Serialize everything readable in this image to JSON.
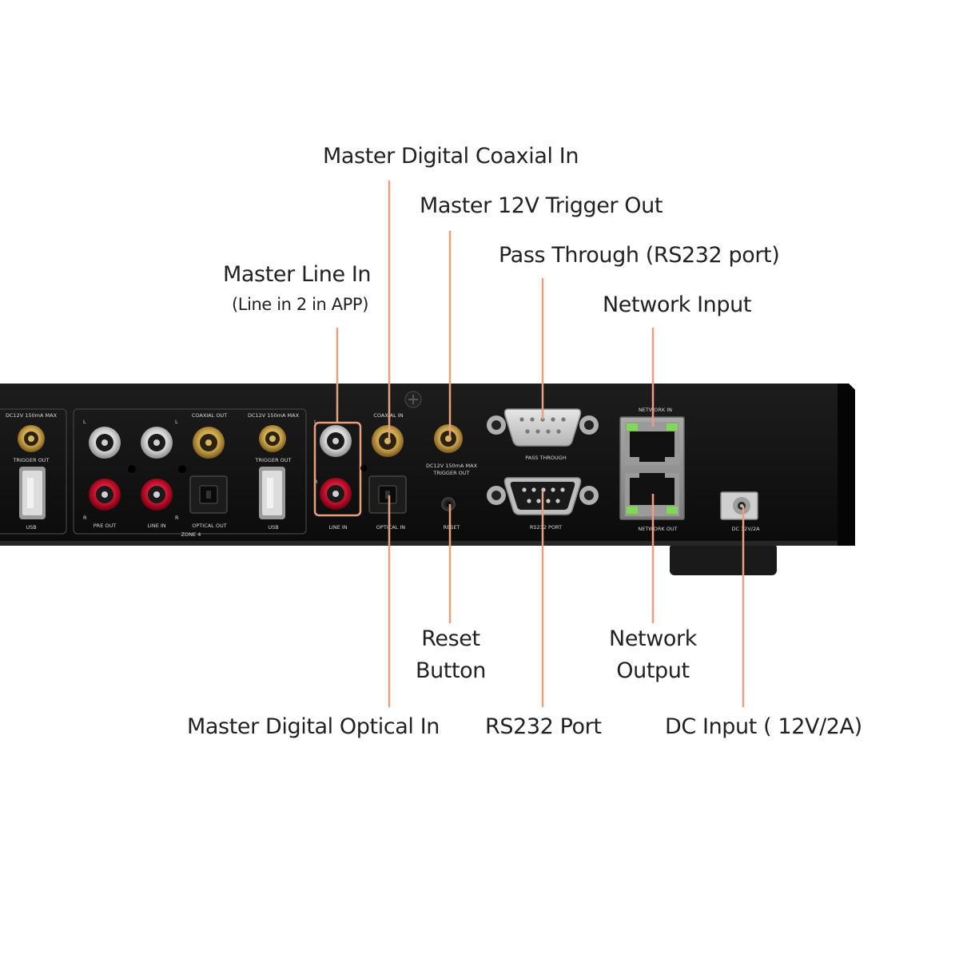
{
  "colors": {
    "leader": "#e8a080",
    "chassis": "#111111",
    "panel_line": "#3a3a3a",
    "panel_text": "#d8d8d8",
    "gold": "#c9a24a",
    "red": "#c8102e",
    "silver": "#d9d9d9",
    "network_green": "#7ed957",
    "highlight_box": "#e8a080"
  },
  "callouts": {
    "master_digital_coaxial_in": "Master Digital Coaxial In",
    "master_12v_trigger_out": "Master 12V Trigger Out",
    "pass_through": "Pass Through (RS232 port)",
    "master_line_in": "Master Line In",
    "master_line_in_note": "(Line in 2 in APP)",
    "network_input": "Network Input",
    "reset_line1": "Reset",
    "reset_line2": "Button",
    "network_output_line1": "Network",
    "network_output_line2": "Output",
    "master_digital_optical_in": "Master Digital Optical In",
    "rs232_port": "RS232 Port",
    "dc_input": "DC Input ( 12V/2A)"
  },
  "panel_labels": {
    "dc12v_left": "DC12V 150mA MAX",
    "trigger_out_left": "TRIGGER OUT",
    "usb_left": "USB",
    "l_1": "L",
    "l_2": "L",
    "r_1": "R",
    "r_2": "R",
    "coaxial_out": "COAXIAL OUT",
    "pre_out": "PRE OUT",
    "line_in_zone": "LINE IN",
    "optical_out": "OPTICAL OUT",
    "zone4": "ZONE 4",
    "dc12v_zone": "DC12V 150mA MAX",
    "trigger_out_zone": "TRIGGER OUT",
    "usb_zone": "USB",
    "master_l": "L",
    "master_r": "R",
    "coaxial_in": "COAXIAL IN",
    "line_in_master": "LINE IN",
    "optical_in": "OPTICAL IN",
    "dc12v_master_1": "DC12V 150mA MAX",
    "trigger_out_master": "TRIGGER OUT",
    "reset": "RESET",
    "pass_through_panel": "PASS THROUGH",
    "rs232_panel": "RS232 PORT",
    "network_in_panel": "NETWORK IN",
    "network_out_panel": "NETWORK OUT",
    "dc_panel": "DC 12V/2A"
  }
}
